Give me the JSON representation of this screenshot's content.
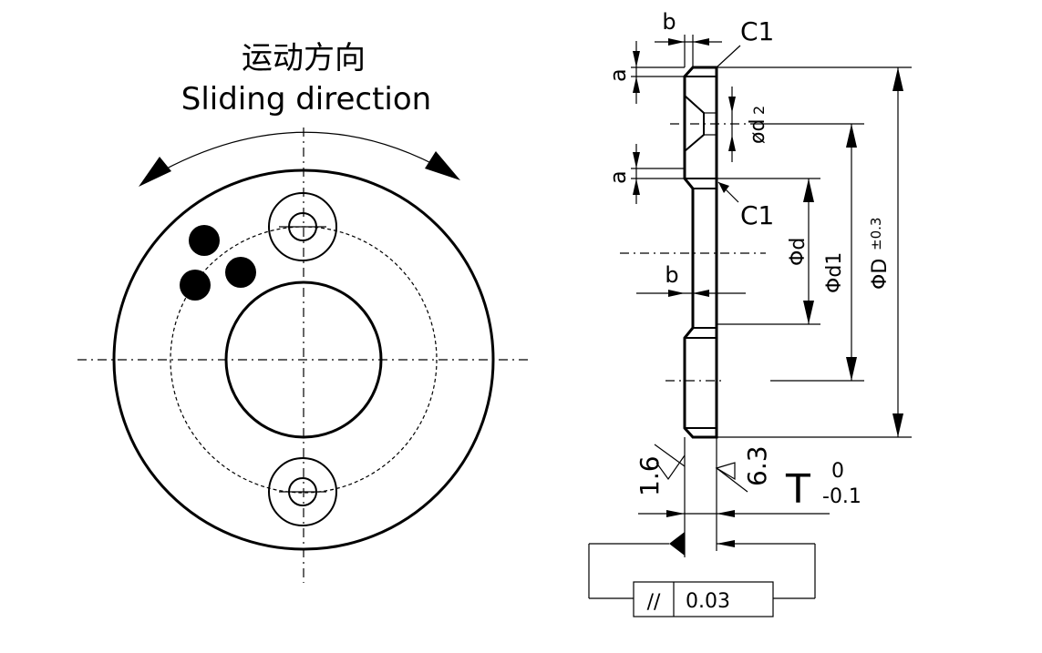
{
  "title_cn": "运动方向",
  "title_en": "Sliding direction",
  "dims": {
    "b_top": "b",
    "c1_top": "C1",
    "a_top": "a",
    "od2": "ød",
    "od2_sub": "2",
    "a_mid": "a",
    "c1_mid": "C1",
    "phi_d": "Φd",
    "phi_d1": "Φd1",
    "phi_D": "ΦD",
    "phi_D_tol": "±0.3",
    "b_mid": "b"
  },
  "roughness": {
    "left": "1.6",
    "right": "6.3"
  },
  "thickness": {
    "label": "T",
    "upper": "0",
    "lower": "-0.1"
  },
  "tolerance_frame": {
    "symbol": "//",
    "value": "0.03"
  }
}
